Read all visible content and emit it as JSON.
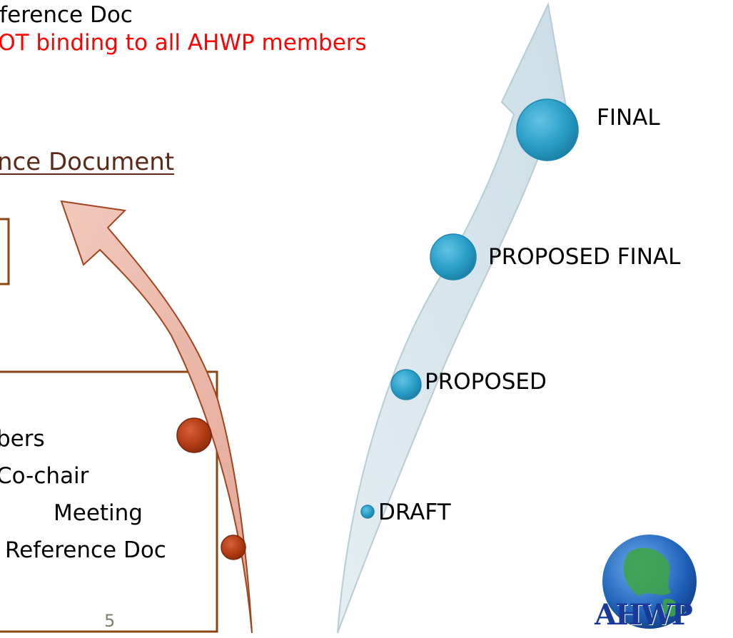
{
  "slide": {
    "line1": "Reference Doc",
    "line2": "NOT binding to all AHWP members",
    "title": "nce Document",
    "page_number": "5"
  },
  "left_box": {
    "items": [
      "bers",
      "Co-chair",
      "Meeting",
      "Reference Doc"
    ]
  },
  "stages": {
    "final": "FINAL",
    "proposed_final": "PROPOSED FINAL",
    "proposed": "PROPOSED",
    "draft": "DRAFT"
  },
  "logo": {
    "text": "AHWP"
  },
  "colors": {
    "red_text": "#ff0000",
    "title_brown": "#5a2a1a",
    "box_border": "#8b4513",
    "left_arrow_fill": "#ecbcb0",
    "left_arrow_stroke": "#a0441e",
    "left_circles": "#b23c14",
    "right_arrow_fill": "#d5e4eb",
    "right_arrow_stroke": "#b8ccd6",
    "right_circles": "#2a9ec8",
    "logo_text": "#1a3a9a"
  }
}
